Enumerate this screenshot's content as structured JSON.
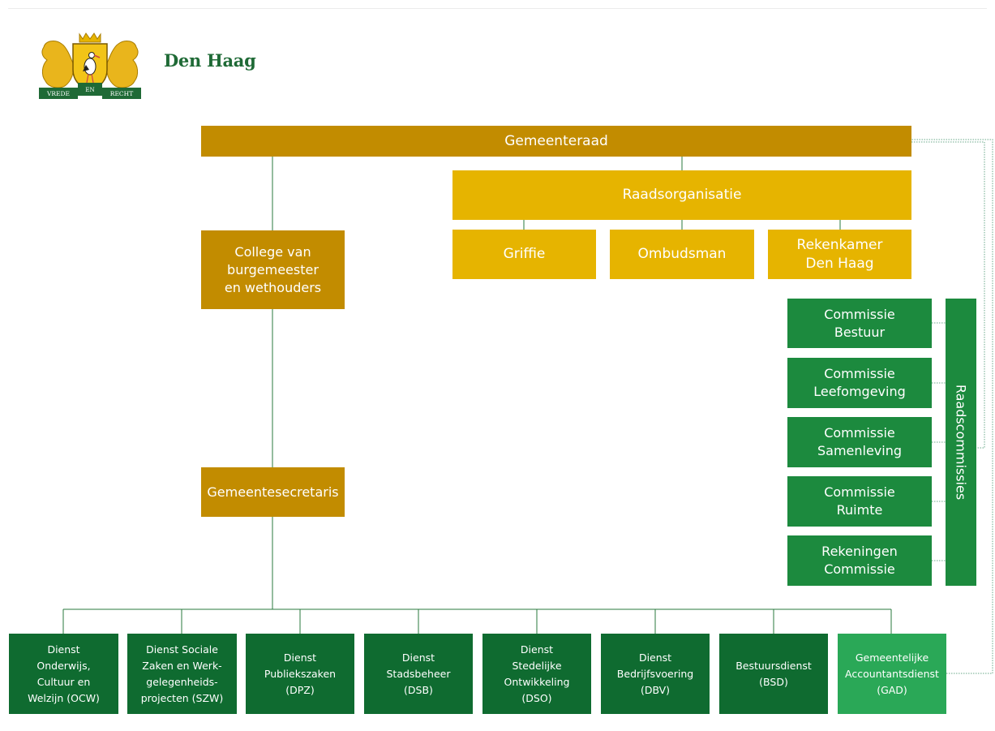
{
  "header": {
    "city_name": "Den Haag",
    "crest_motto": [
      "VREDE",
      "EN",
      "RECHT"
    ]
  },
  "colors": {
    "gold_dark": "#c28c00",
    "gold_light": "#e6b400",
    "green": "#1c8a3e",
    "green_dark": "#0f6b30",
    "green_light": "#2aa857",
    "text_green": "#1f6a36"
  },
  "org": {
    "gemeenteraad": "Gemeenteraad",
    "raadsorganisatie": "Raadsorganisatie",
    "griffie": "Griffie",
    "ombudsman": "Ombudsman",
    "rekenkamer": "Rekenkamer\nDen Haag",
    "college": "College van\nburgemeester\nen wethouders",
    "gemeentesecretaris": "Gemeentesecretaris",
    "raadscommissies_label": "Raadscommissies",
    "commissies": [
      "Commissie\nBestuur",
      "Commissie\nLeefomgeving",
      "Commissie\nSamenleving",
      "Commissie\nRuimte",
      "Rekeningen\nCommissie"
    ],
    "diensten": [
      "Dienst\nOnderwijs,\nCultuur en\nWelzijn (OCW)",
      "Dienst Sociale\nZaken en Werk-\ngelegenheids-\nprojecten (SZW)",
      "Dienst\nPubliekszaken\n(DPZ)",
      "Dienst\nStadsbeheer\n(DSB)",
      "Dienst\nStedelijke\nOntwikkeling\n(DSO)",
      "Dienst\nBedrijfsvoering\n(DBV)",
      "Bestuursdienst\n(BSD)",
      "Gemeentelijke\nAccountantsdienst\n(GAD)"
    ]
  }
}
